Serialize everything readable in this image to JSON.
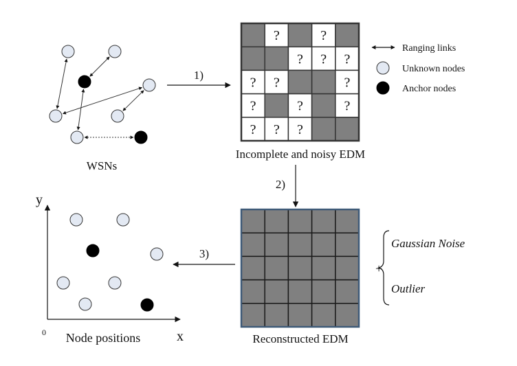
{
  "wsn": {
    "caption": "WSNs",
    "nodes": [
      {
        "kind": "unknown"
      },
      {
        "kind": "unknown"
      },
      {
        "kind": "anchor"
      },
      {
        "kind": "unknown"
      },
      {
        "kind": "unknown"
      },
      {
        "kind": "unknown"
      },
      {
        "kind": "unknown"
      },
      {
        "kind": "anchor"
      }
    ]
  },
  "legend": {
    "ranging_links": "Ranging links",
    "unknown_nodes": "Unknown nodes",
    "anchor_nodes": "Anchor nodes"
  },
  "edm_incomplete": {
    "caption": "Incomplete and noisy EDM",
    "unknown_mark": "?",
    "grid": [
      [
        "gray",
        "?",
        "gray",
        "?",
        "gray"
      ],
      [
        "gray",
        "gray",
        "?",
        "?",
        "?"
      ],
      [
        "?",
        "?",
        "gray",
        "gray",
        "?"
      ],
      [
        "?",
        "gray",
        "?",
        "gray",
        "?"
      ],
      [
        "?",
        "?",
        "?",
        "gray",
        "gray"
      ]
    ]
  },
  "edm_reconstructed": {
    "caption": "Reconstructed EDM",
    "rows": 5,
    "cols": 5
  },
  "steps": {
    "step1": "1)",
    "step2": "2)",
    "step3": "3)"
  },
  "noise": {
    "plus": "+",
    "gaussian": "Gaussian Noise",
    "outlier": "Outlier"
  },
  "plot": {
    "caption": "Node positions",
    "x_label": "x",
    "y_label": "y",
    "origin": "0",
    "nodes": [
      {
        "kind": "unknown"
      },
      {
        "kind": "unknown"
      },
      {
        "kind": "anchor"
      },
      {
        "kind": "unknown"
      },
      {
        "kind": "unknown"
      },
      {
        "kind": "unknown"
      },
      {
        "kind": "unknown"
      },
      {
        "kind": "anchor"
      }
    ]
  },
  "colors": {
    "unknown_fill": "#e3e9f3",
    "anchor_fill": "#000000",
    "cell_gray": "#808080",
    "cell_white": "#ffffff",
    "grid_border": "#333333",
    "recon_border": "#3e5a78"
  }
}
